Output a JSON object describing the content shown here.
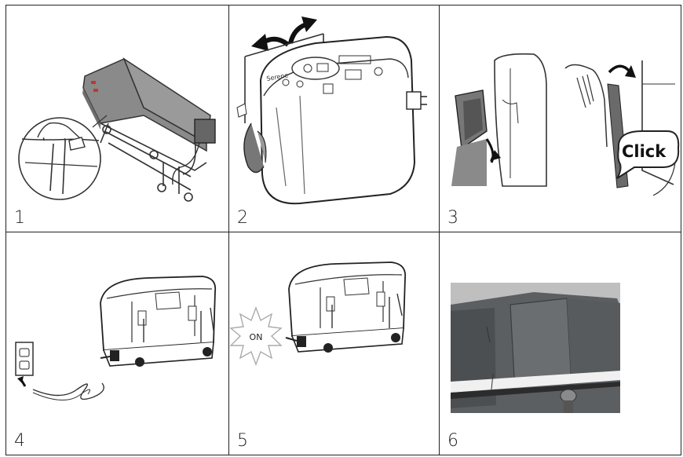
{
  "steps": [
    {
      "number": "1"
    },
    {
      "number": "2",
      "device_label": "Serene"
    },
    {
      "number": "3",
      "callout": "Click"
    },
    {
      "number": "4"
    },
    {
      "number": "5",
      "burst_label": "ON"
    },
    {
      "number": "6"
    }
  ]
}
